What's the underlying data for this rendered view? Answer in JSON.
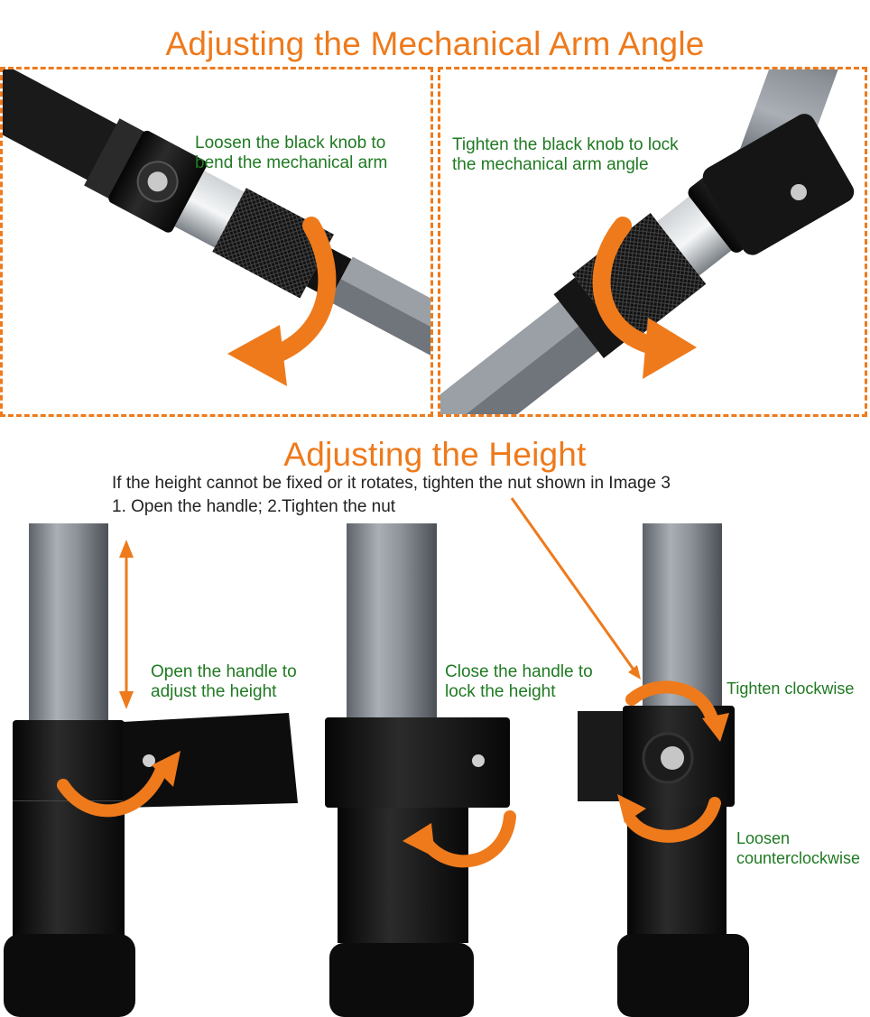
{
  "section1": {
    "title": "Adjusting the Mechanical Arm Angle",
    "left_caption": [
      "Loosen the black knob to",
      "bend the mechanical arm"
    ],
    "right_caption": [
      "Tighten the black knob to lock",
      "the mechanical arm angle"
    ]
  },
  "section2": {
    "title": "Adjusting the Height",
    "note": "If the height cannot be fixed or it rotates, tighten the nut shown in Image 3",
    "steps": "1. Open the handle; 2.Tighten the nut",
    "image1_caption": [
      "Open the handle to",
      "adjust the height"
    ],
    "image2_caption": [
      "Close the handle to",
      "lock the height"
    ],
    "tighten_label": "Tighten clockwise",
    "loosen_label": [
      "Loosen",
      "counterclockwise"
    ]
  },
  "colors": {
    "accent": "#ee7a1c",
    "caption_green": "#1f7a22",
    "tube_gray": "#8a9096",
    "black_part": "#151515"
  },
  "icons": [
    "rotate-arrow-icon",
    "double-arrow-icon",
    "pointer-arrow-icon"
  ]
}
